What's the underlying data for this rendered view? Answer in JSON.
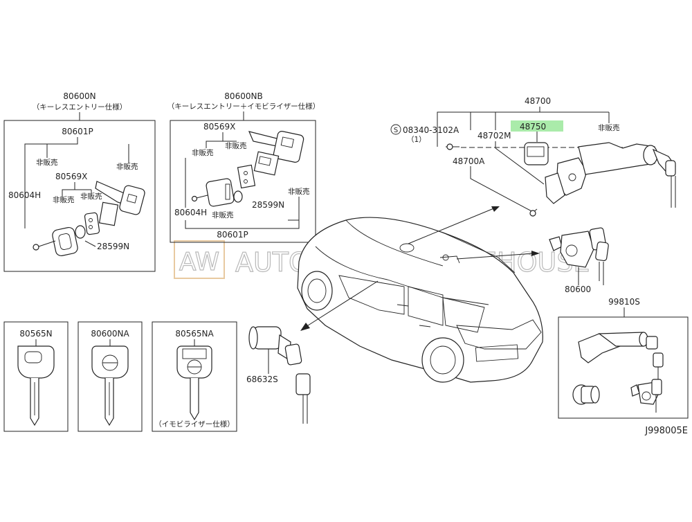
{
  "diagram_code": "J998005E",
  "watermark": {
    "logo": "AW",
    "brand": "AUTOMOTIVE WAREHOUSE"
  },
  "colors": {
    "highlight": "#9be89b",
    "line": "#222222"
  },
  "key_set_n": {
    "part": "80600N",
    "note": "（キーレスエントリー仕様）",
    "parts": [
      "80601P",
      "80569X",
      "80604H",
      "28599N"
    ],
    "nfs_labels": [
      "非販売",
      "非販売",
      "非販売",
      "非販売"
    ]
  },
  "key_set_nb": {
    "part": "80600NB",
    "note": "（キーレスエントリー＋イモビライザー仕様）",
    "parts": [
      "80569X",
      "80604H",
      "28599N",
      "80601P"
    ],
    "nfs_labels": [
      "非販売",
      "非販売",
      "非販売",
      "非販売"
    ]
  },
  "keys": [
    {
      "part": "80565N",
      "note": ""
    },
    {
      "part": "80600NA",
      "note": ""
    },
    {
      "part": "80565NA",
      "note": "（イモビライザー仕様）"
    }
  ],
  "ignition": {
    "part": "48700",
    "highlighted_part": "48750",
    "screw": "08340-3102A",
    "screw_qty": "（1）",
    "screw_symbol": "S",
    "parts": [
      "48702M",
      "48700A"
    ],
    "nfs": "非販売"
  },
  "door_lock": {
    "part": "68632S"
  },
  "trunk_lock": {
    "part": "80600"
  },
  "cylinder_set": {
    "part": "99810S"
  }
}
